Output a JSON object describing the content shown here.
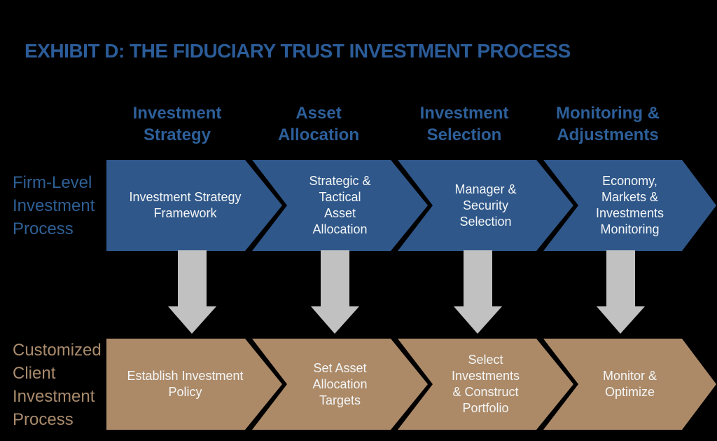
{
  "title": "EXHIBIT D: THE FIDUCIARY TRUST INVESTMENT PROCESS",
  "colors": {
    "background": "#000000",
    "title-blue": "#2B5C98",
    "header-blue": "#2D5F99",
    "label-blue": "#2E6095",
    "label-tan": "#A98B6C",
    "chevron-blue": "#2F578A",
    "chevron-tan": "#AC8A68",
    "arrow-gray": "#C1C1C1",
    "step-text": "#F4F6F6"
  },
  "icons": {
    "connector": "down-arrow"
  },
  "column_headers": [
    "Investment\nStrategy",
    "Asset\nAllocation",
    "Investment\nSelection",
    "Monitoring &\nAdjustments"
  ],
  "firm_row": {
    "label": "Firm-Level\nInvestment\nProcess",
    "steps": [
      "Investment Strategy\nFramework",
      "Strategic &\nTactical\nAsset\nAllocation",
      "Manager &\nSecurity\nSelection",
      "Economy,\nMarkets &\nInvestments\nMonitoring"
    ]
  },
  "client_row": {
    "label": "Customized\nClient\nInvestment\nProcess",
    "steps": [
      "Establish Investment\nPolicy",
      "Set Asset\nAllocation\nTargets",
      "Select\nInvestments\n& Construct\nPortfolio",
      "Monitor &\nOptimize"
    ]
  }
}
